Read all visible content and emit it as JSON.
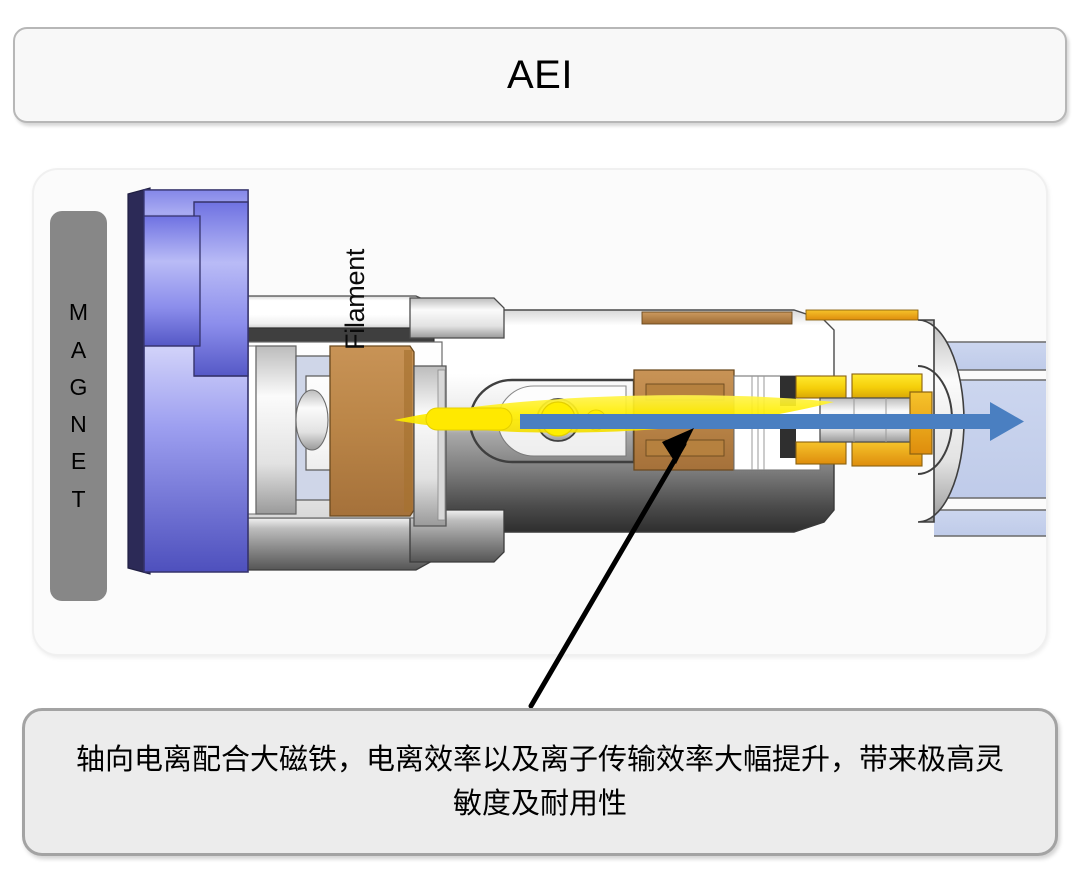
{
  "title": {
    "label": "AEI"
  },
  "diagram": {
    "magnet_label": "M\nA\nG\nN\nE\nT",
    "filament_label": "Filament",
    "colors": {
      "magnet_light": "#c3c4f4",
      "magnet_mid": "#7c7fe8",
      "magnet_dark": "#2c2a57",
      "filament_block": "#c08e4e",
      "electron_beam": "#ffee00",
      "ion_beam": "#4a7fc1",
      "ion_tube": "#c7d2ee",
      "lens_gold": "#f2cc0c",
      "lens_orange": "#e79b18",
      "body_light": "#ffffff",
      "body_mid": "#c9c9c9",
      "body_dark": "#3a3a3a",
      "chip_gray": "#878787"
    }
  },
  "callout": {
    "arrow_name": "callout-arrow"
  },
  "caption": {
    "text": "轴向电离配合大磁铁，电离效率以及离子传输效率大幅提升，带来极高灵敏度及耐用性"
  }
}
